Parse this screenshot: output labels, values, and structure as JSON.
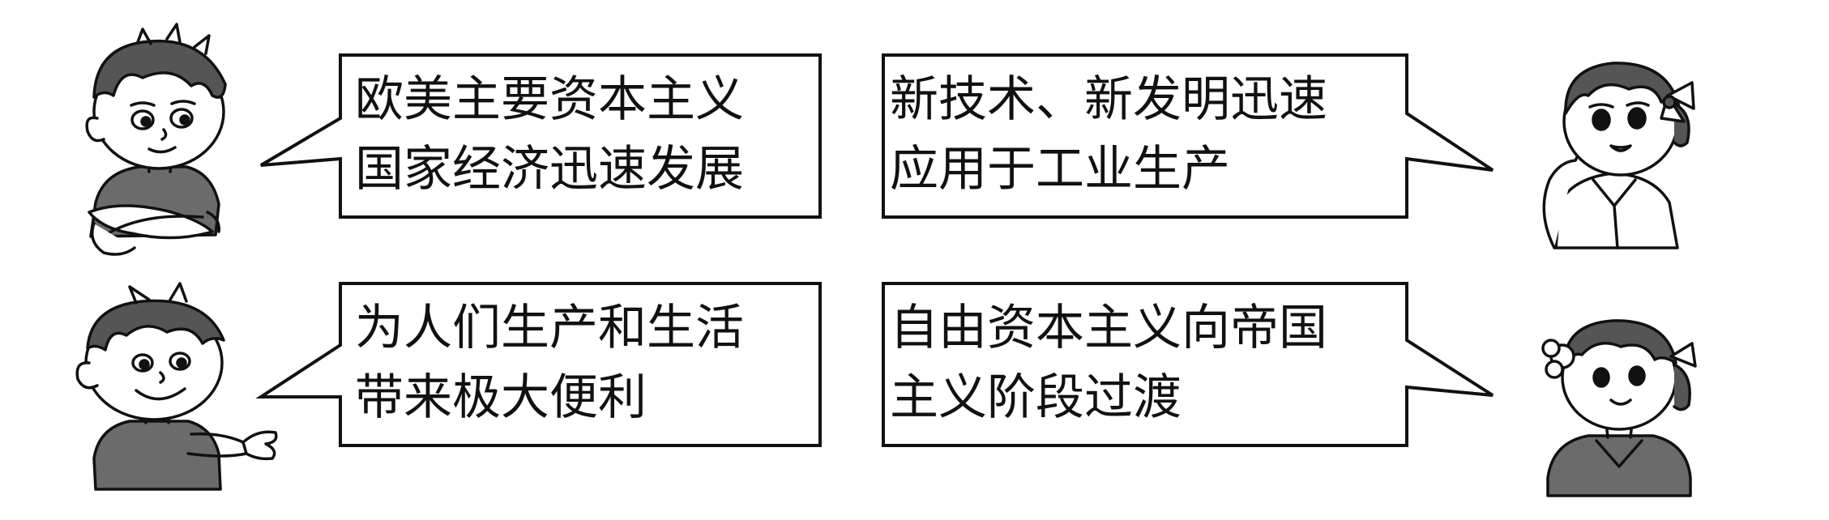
{
  "bubbles": [
    {
      "lines": [
        "欧美主要资本主义",
        "国家经济迅速发展"
      ]
    },
    {
      "lines": [
        "新技术、新发明迅速",
        "应用于工业生产"
      ]
    },
    {
      "lines": [
        "为人们生产和生活",
        "带来极大便利"
      ]
    },
    {
      "lines": [
        "自由资本主义向帝国",
        "主义阶段过渡"
      ]
    }
  ],
  "characters": [
    {
      "icon": "boy-arms-crossed-icon"
    },
    {
      "icon": "girl-hand-on-cheek-icon"
    },
    {
      "icon": "boy-pointing-icon"
    },
    {
      "icon": "girl-with-bow-icon"
    }
  ],
  "colors": {
    "ink": "#111111",
    "hair": "#555555",
    "shirt": "#6b6b6b",
    "paper": "#ffffff"
  }
}
